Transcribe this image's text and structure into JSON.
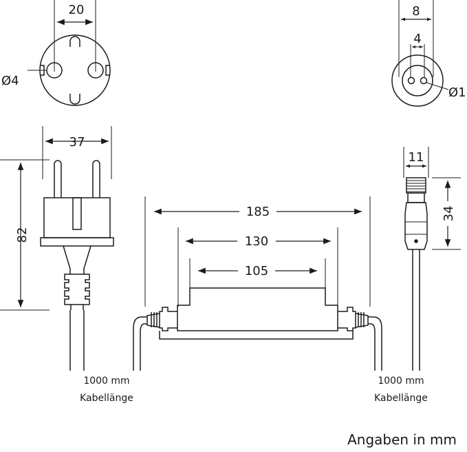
{
  "plug_face": {
    "pin_spacing": "20",
    "pin_diameter": "Ø4"
  },
  "socket_face": {
    "outer_width": "8",
    "pin_spacing": "4",
    "pin_diameter": "Ø1"
  },
  "plug_side": {
    "width": "37",
    "height": "82"
  },
  "housing": {
    "overall_length": "185",
    "middle_length": "130",
    "top_length": "105"
  },
  "connector": {
    "width": "11",
    "length": "34"
  },
  "cable_left": {
    "length": "1000 mm",
    "label": "Kabellänge"
  },
  "cable_right": {
    "length": "1000 mm",
    "label": "Kabellänge"
  },
  "footer": {
    "units_note": "Angaben in mm"
  },
  "colors": {
    "line": "#1a1a1a",
    "background": "#ffffff"
  }
}
